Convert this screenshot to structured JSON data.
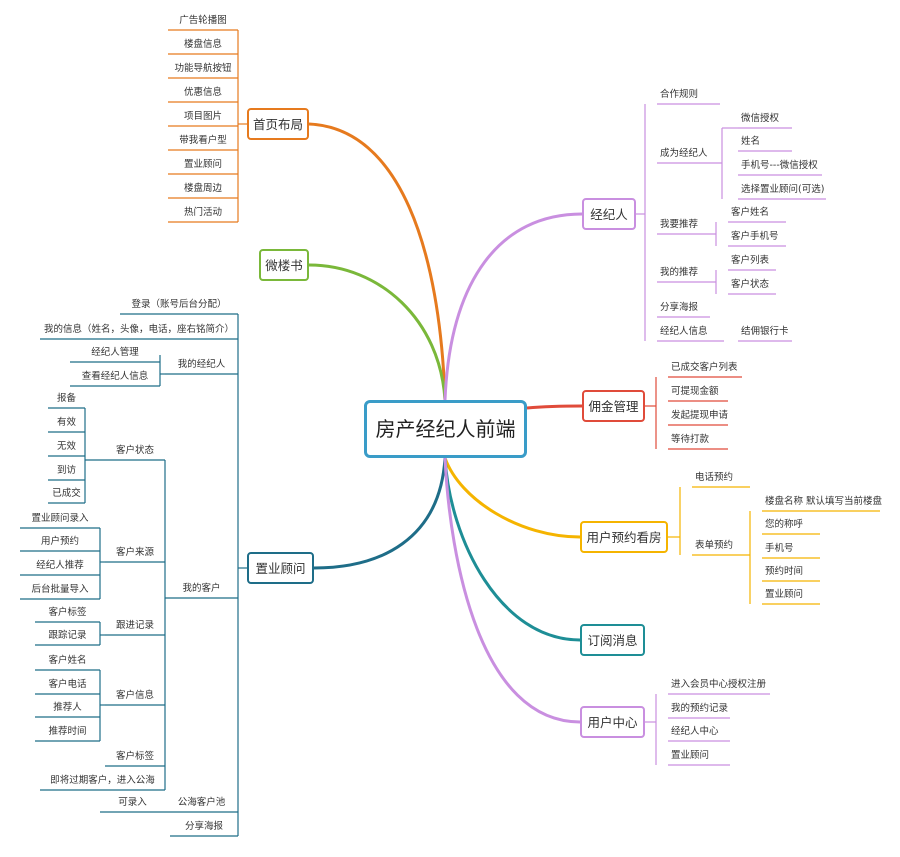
{
  "center": "房产经纪人前端",
  "branches": {
    "home": {
      "label": "首页布局",
      "color": "#e67a1e",
      "items": [
        "广告轮播图",
        "楼盘信息",
        "功能导航按钮",
        "优惠信息",
        "项目图片",
        "带我看户型",
        "置业顾问",
        "楼盘周边",
        "热门活动"
      ]
    },
    "weilou": {
      "label": "微楼书",
      "color": "#7ab83a"
    },
    "advisor": {
      "label": "置业顾问",
      "color": "#1e6d88",
      "login": "登录（账号后台分配）",
      "my_info": "我的信息（姓名，头像，电话，座右铭简介）",
      "my_broker": {
        "label": "我的经纪人",
        "items": [
          "经纪人管理",
          "查看经纪人信息"
        ]
      },
      "my_clients": {
        "label": "我的客户",
        "status": {
          "label": "客户状态",
          "items": [
            "报备",
            "有效",
            "无效",
            "到访",
            "已成交"
          ]
        },
        "source": {
          "label": "客户来源",
          "items": [
            "置业顾问录入",
            "用户预约",
            "经纪人推荐",
            "后台批量导入"
          ]
        },
        "follow": {
          "label": "跟进记录",
          "items": [
            "客户标签",
            "跟踪记录"
          ]
        },
        "info": {
          "label": "客户信息",
          "items": [
            "客户姓名",
            "客户电话",
            "推荐人",
            "推荐时间"
          ]
        },
        "tag": "客户标签",
        "expire": "即将过期客户，进入公海"
      },
      "pool": {
        "label": "公海客户池",
        "item": "可录入"
      },
      "share": "分享海报"
    },
    "broker": {
      "label": "经纪人",
      "color": "#c98fe0",
      "rules": "合作规则",
      "become": {
        "label": "成为经纪人",
        "items": [
          "微信授权",
          "姓名",
          "手机号---微信授权",
          "选择置业顾问(可选)"
        ]
      },
      "recommend": {
        "label": "我要推荐",
        "items": [
          "客户姓名",
          "客户手机号"
        ]
      },
      "my_rec": {
        "label": "我的推荐",
        "items": [
          "客户列表",
          "客户状态"
        ]
      },
      "poster": "分享海报",
      "info": {
        "label": "经纪人信息",
        "item": "结佣银行卡"
      }
    },
    "commission": {
      "label": "佣金管理",
      "color": "#e04b3a",
      "items": [
        "已成交客户列表",
        "可提现金额",
        "发起提现申请",
        "等待打款"
      ]
    },
    "booking": {
      "label": "用户预约看房",
      "color": "#f5b400",
      "phone": "电话预约",
      "form": {
        "label": "表单预约",
        "items": [
          "楼盘名称 默认填写当前楼盘",
          "您的称呼",
          "手机号",
          "预约时间",
          "置业顾问"
        ]
      }
    },
    "subscribe": {
      "label": "订阅消息",
      "color": "#1e8e96"
    },
    "user": {
      "label": "用户中心",
      "color": "#c98fe0",
      "items": [
        "进入会员中心授权注册",
        "我的预约记录",
        "经纪人中心",
        "置业顾问"
      ]
    }
  }
}
